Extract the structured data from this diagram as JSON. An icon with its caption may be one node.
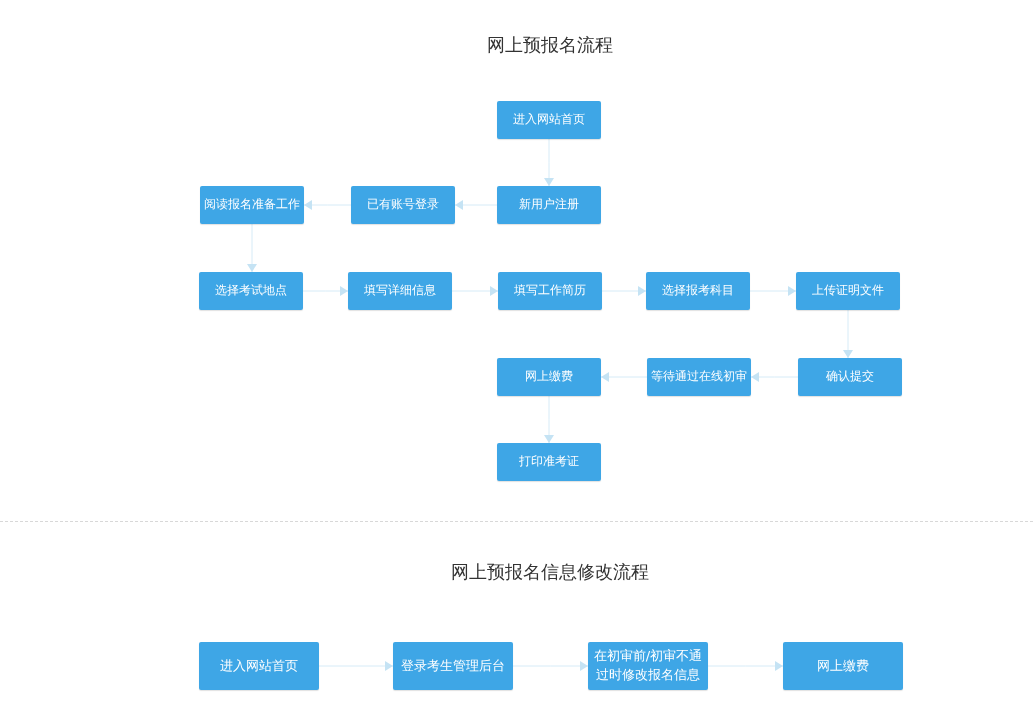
{
  "diagram": {
    "title": "网上预报名流程",
    "nodes": [
      {
        "text": [
          "进入网站首页"
        ]
      },
      {
        "text": [
          "新用户注册"
        ]
      },
      {
        "text": [
          "已有账号登录"
        ]
      },
      {
        "text": [
          "阅读报名准备工作"
        ]
      },
      {
        "text": [
          "选择考试地点"
        ]
      },
      {
        "text": [
          "填写详细信息"
        ]
      },
      {
        "text": [
          "填写工作简历"
        ]
      },
      {
        "text": [
          "选择报考科目"
        ]
      },
      {
        "text": [
          "上传证明文件"
        ]
      },
      {
        "text": [
          "确认提交"
        ]
      },
      {
        "text": [
          "等待通过在线初审"
        ]
      },
      {
        "text": [
          "网上缴费"
        ]
      },
      {
        "text": [
          "打印准考证"
        ]
      },
      {
        "text": [
          "进入网站首页"
        ]
      },
      {
        "text": [
          "登录考生管理后台"
        ]
      },
      {
        "text": [
          "在初审前/初审不通过时修改报名信息"
        ]
      },
      {
        "text": [
          "网上缴费"
        ]
      }
    ],
    "edges": [
      {
        "from": 0,
        "to": 1,
        "arrow": "to"
      },
      {
        "from": 1,
        "to": 2,
        "arrow": "to"
      },
      {
        "from": 2,
        "to": 3,
        "arrow": "to"
      },
      {
        "from": 3,
        "to": 4,
        "arrow": "to"
      },
      {
        "from": 4,
        "to": 5,
        "arrow": "to"
      },
      {
        "from": 5,
        "to": 6,
        "arrow": "to"
      },
      {
        "from": 6,
        "to": 7,
        "arrow": "to"
      },
      {
        "from": 7,
        "to": 8,
        "arrow": "to"
      },
      {
        "from": 8,
        "to": 9,
        "arrow": "to"
      },
      {
        "from": 9,
        "to": 10,
        "arrow": "to"
      },
      {
        "from": 10,
        "to": 11,
        "arrow": "to"
      },
      {
        "from": 11,
        "to": 12,
        "arrow": "to"
      },
      {
        "from": 13,
        "to": 14,
        "arrow": "to"
      },
      {
        "from": 14,
        "to": 15,
        "arrow": "to"
      },
      {
        "from": 15,
        "to": 16,
        "arrow": "to"
      }
    ],
    "labels": [
      "网上预报名信息修改流程"
    ]
  }
}
